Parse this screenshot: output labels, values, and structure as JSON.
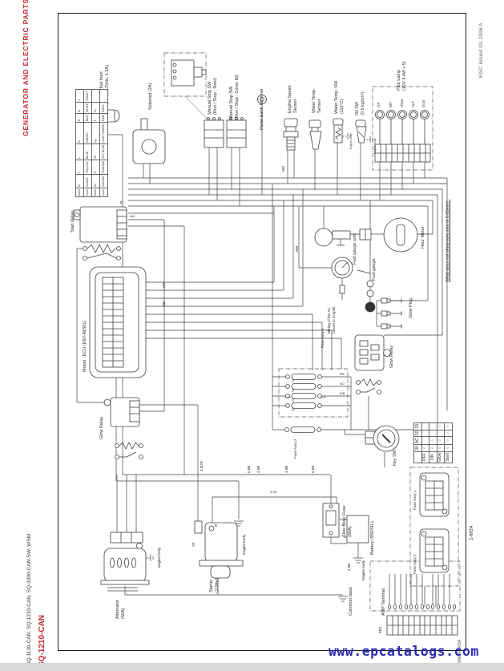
{
  "page": {
    "header_side": "GENERATOR AND ELECTRIC PARTS",
    "footer_models": "SQ-1130-CAN, SQ-1210-CAN, SQ-3300-CAN-SW, WSM",
    "footer_model_red": "SQ-1210-CAN",
    "issue_note": "KiSC issued 03, 2006 A",
    "page_number": "1-M24",
    "doc_code": "9AEGPD05A",
    "watermark": "www.epcatalogs.com",
    "wire_size_note": "What does not show wire size is 0.85mm²."
  },
  "labels": {
    "fuel_pump_1": "Electric fuel feed",
    "fuel_pump_2": "pump (12Vdc, 1.5A)",
    "solenoid": "Solenoid (2A)",
    "manual_stop_door_1": "Manual Stop SW",
    "manual_stop_door_2": "(Run / Stop : Door)",
    "manual_stop_cover_1": "Manual Stop SW",
    "manual_stop_cover_2": "(Run / Stop : Cover lid)",
    "panel_earth": "Panel Earth Terminal",
    "engine_speed_1": "Engine Speed",
    "engine_speed_2": "Sensor",
    "water_temp_sensor_1": "Water Temp.",
    "water_temp_sensor_2": "Sensor",
    "water_temp_sw_1": "Water Temp. SW",
    "water_temp_sw_2": "(115°C)",
    "oil_sw_1": "Oil SW",
    "oil_sw_2": "(0.5 kg/cm²)",
    "pilot_lamp_1": "Pilot Lamp",
    "pilot_lamp_2": "(12V 3.4W x 5)",
    "start_relay": "Start Relay",
    "ecu": "Model : ECU (E6V-IMS01)",
    "hour_meter": "Hour Meter",
    "fuel_gauge_unit": "Fuel gauge unit",
    "fuel_gauge": "Fuel gauge",
    "glow_plug": "Glow Plug",
    "ac_note_1": "Wiring of the AC",
    "ac_note_2": "Circuit to coupler",
    "glow_relay": "Glow Relay",
    "key_sw": "Key SW",
    "fuse_assy_1": "Fuse Assy 1",
    "fuse_assy_2": "Fuse Assy 2",
    "slow_blow_1": "Slow Blow Fuse",
    "slow_blow_2": "(60A)",
    "battery": "Battery (95D31L)",
    "engine_body": "Engine body",
    "common_base": "Common base",
    "starter_1": "Starter",
    "starter_2": "(2.0kw)",
    "alternator_1": "Alternator",
    "alternator_2": "(50A)",
    "amp_terminal": "AMP Terminal",
    "tb2": "TB2",
    "st": "ST",
    "b": "B"
  },
  "pilot_lamps": [
    "OP",
    "WT",
    "Glow",
    "ALT",
    "Door"
  ],
  "wire_labels": {
    "r": "R",
    "nm": "NM",
    "rw": "RW",
    "aw": "AW",
    "yw": "YW",
    "wl": "WL",
    "b50": "5.0B",
    "b30": "3.0B",
    "r50": "5.0R",
    "gr30": "3.0GR",
    "y20": "2.0Y",
    "rb": "RB",
    "bo": "BO",
    "wb": "WB",
    "b40": "4.0B",
    "a5": "5A"
  },
  "wire_color_table": {
    "rows": [
      [
        "Mark",
        "B",
        "Y",
        "L",
        "G",
        "R",
        "W",
        "V"
      ],
      [
        "Color",
        "BLACK",
        "YELLOW",
        "BLUE",
        "GREEN",
        "RED",
        "WHITE",
        "VIOLET"
      ],
      [
        "Mark",
        "Br",
        "O",
        "Sb",
        "Lg",
        "P",
        "Gr",
        ""
      ],
      [
        "Color",
        "BROWN",
        "ORANGE",
        "SKY BLUE",
        "LIGHT GREEN",
        "PINK",
        "GRAY",
        ""
      ]
    ]
  },
  "key_sw_table": {
    "rows": [
      [
        "",
        "30",
        "AC",
        "50",
        "19"
      ],
      [
        "OFF",
        "○",
        "",
        "",
        ""
      ],
      [
        "ON",
        "○",
        "○",
        "",
        ""
      ],
      [
        "Glow",
        "○",
        "○",
        "",
        "○"
      ],
      [
        "Start",
        "○",
        "○",
        "○",
        "○"
      ]
    ]
  },
  "colors": {
    "accent_red": "#c0272d",
    "watermark_blue": "#2b2bb0",
    "line": "#404040"
  }
}
